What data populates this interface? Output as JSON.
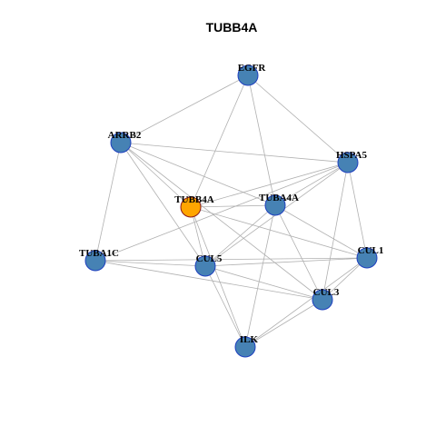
{
  "title": "TUBB4A",
  "colors": {
    "node_default": "#4682b4",
    "node_focus": "#ffa500",
    "node_stroke_default": "#1e3fbf",
    "node_stroke_focus": "#8b1a1a",
    "edge": "#b0b0b0"
  },
  "nodes": [
    {
      "id": "EGFR",
      "label": "EGFR",
      "focus": false
    },
    {
      "id": "ARRB2",
      "label": "ARRB2",
      "focus": false
    },
    {
      "id": "HSPA5",
      "label": "HSPA5",
      "focus": false
    },
    {
      "id": "TUBB4A",
      "label": "TUBB4A",
      "focus": true
    },
    {
      "id": "TUBA4A",
      "label": "TUBA4A",
      "focus": false
    },
    {
      "id": "TUBA1C",
      "label": "TUBA1C",
      "focus": false
    },
    {
      "id": "CUL5",
      "label": "CUL5",
      "focus": false
    },
    {
      "id": "CUL1",
      "label": "CUL1",
      "focus": false
    },
    {
      "id": "CUL3",
      "label": "CUL3",
      "focus": false
    },
    {
      "id": "ILK",
      "label": "ILK",
      "focus": false
    }
  ],
  "edges": [
    [
      "EGFR",
      "ARRB2"
    ],
    [
      "EGFR",
      "HSPA5"
    ],
    [
      "EGFR",
      "TUBB4A"
    ],
    [
      "EGFR",
      "TUBA4A"
    ],
    [
      "ARRB2",
      "HSPA5"
    ],
    [
      "ARRB2",
      "TUBB4A"
    ],
    [
      "ARRB2",
      "TUBA4A"
    ],
    [
      "ARRB2",
      "TUBA1C"
    ],
    [
      "ARRB2",
      "CUL5"
    ],
    [
      "ARRB2",
      "CUL3"
    ],
    [
      "HSPA5",
      "TUBB4A"
    ],
    [
      "HSPA5",
      "TUBA4A"
    ],
    [
      "HSPA5",
      "CUL5"
    ],
    [
      "HSPA5",
      "CUL1"
    ],
    [
      "HSPA5",
      "CUL3"
    ],
    [
      "HSPA5",
      "TUBA1C"
    ],
    [
      "TUBB4A",
      "TUBA4A"
    ],
    [
      "TUBB4A",
      "CUL5"
    ],
    [
      "TUBB4A",
      "CUL1"
    ],
    [
      "TUBB4A",
      "ILK"
    ],
    [
      "TUBA4A",
      "CUL5"
    ],
    [
      "TUBA4A",
      "CUL1"
    ],
    [
      "TUBA4A",
      "CUL3"
    ],
    [
      "TUBA4A",
      "ILK"
    ],
    [
      "TUBA1C",
      "CUL5"
    ],
    [
      "TUBA1C",
      "CUL1"
    ],
    [
      "TUBA1C",
      "CUL3"
    ],
    [
      "CUL5",
      "CUL3"
    ],
    [
      "CUL5",
      "ILK"
    ],
    [
      "CUL5",
      "CUL1"
    ],
    [
      "CUL1",
      "CUL3"
    ],
    [
      "CUL1",
      "ILK"
    ],
    [
      "CUL3",
      "ILK"
    ]
  ]
}
